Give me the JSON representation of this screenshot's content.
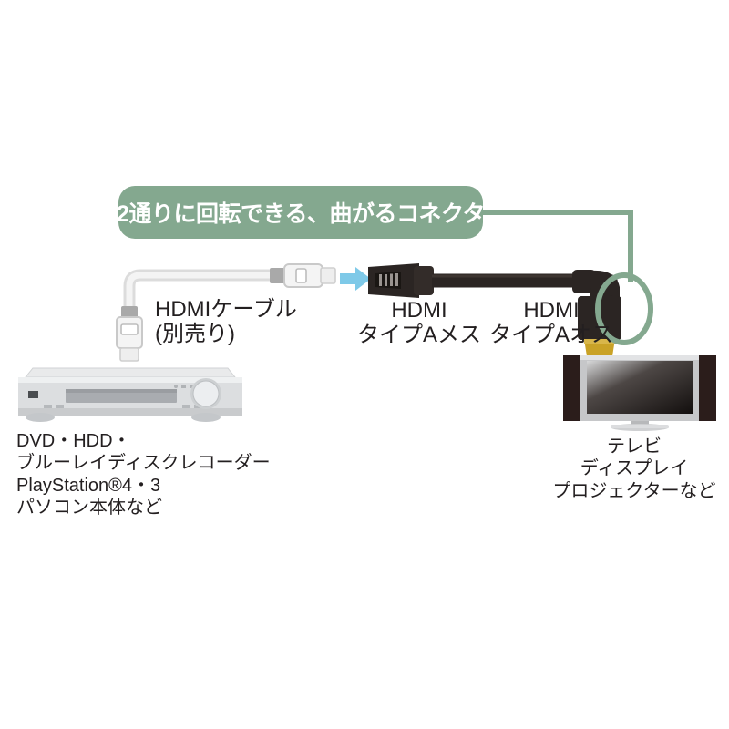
{
  "diagram": {
    "title_banner": {
      "text": "2通りに回転できる、曲がるコネクタ",
      "bg_color": "#84a88f",
      "text_color": "#ffffff"
    },
    "labels": {
      "cable": "HDMIケーブル\n(別売り)",
      "connector_female": "HDMI\nタイプAメス",
      "connector_male": "HDMI\nタイプAオス"
    },
    "captions": {
      "source_device": "DVD・HDD・\nブルーレイディスクレコーダー\nPlayStation®4・3\nパソコン本体など",
      "display_device": "テレビ\nディスプレイ\nプロジェクターなど"
    },
    "colors": {
      "banner_green": "#84a88f",
      "highlight_ring": "#84a88f",
      "arrow_blue": "#7ec9e8",
      "cable_white": "#f2f2f2",
      "cable_black": "#2b2523",
      "contact_gold": "#c9a227",
      "device_gray": "#d8d9da",
      "tv_dark": "#2b1d1b",
      "tv_silver": "#c6c7c9"
    },
    "icons": {
      "arrow": "right-arrow-icon",
      "highlight": "highlight-ring-icon"
    }
  }
}
